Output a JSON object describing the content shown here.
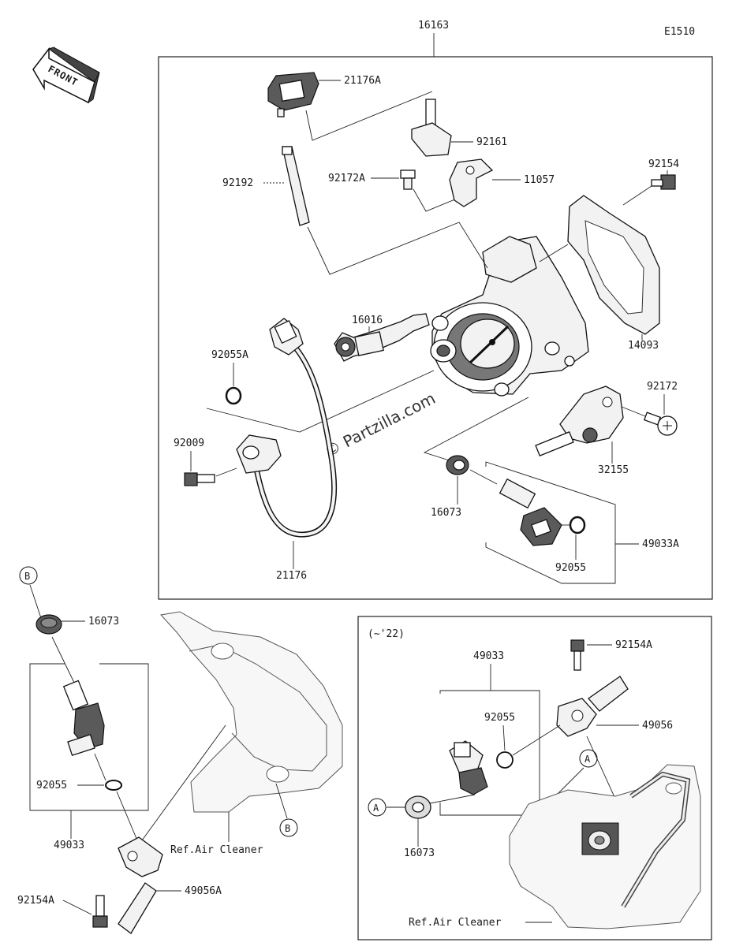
{
  "diagram_code": "E1510",
  "front_label": "FRONT",
  "top_assembly": "16163",
  "watermark": "© Partzilla.com",
  "year_note": "(~'22)",
  "ref_air_cleaner": "Ref.Air Cleaner",
  "callouts": {
    "c21176A": "21176A",
    "c92161": "92161",
    "c92192": "92192",
    "c92172A": "92172A",
    "c11057": "11057",
    "c92154": "92154",
    "c16016": "16016",
    "c92055A": "92055A",
    "c14093": "14093",
    "c92172": "92172",
    "c92009": "92009",
    "c32155": "32155",
    "c16073": "16073",
    "c49033A": "49033A",
    "c92055": "92055",
    "c21176": "21176",
    "left_16073": "16073",
    "left_92055": "92055",
    "left_49033": "49033",
    "left_92154A": "92154A",
    "left_49056A": "49056A",
    "right_92154A": "92154A",
    "right_49033": "49033",
    "right_92055": "92055",
    "right_49056": "49056",
    "right_16073": "16073"
  },
  "markers": {
    "b_top": "B",
    "b_bottom": "B",
    "a_left": "A",
    "a_right": "A"
  }
}
